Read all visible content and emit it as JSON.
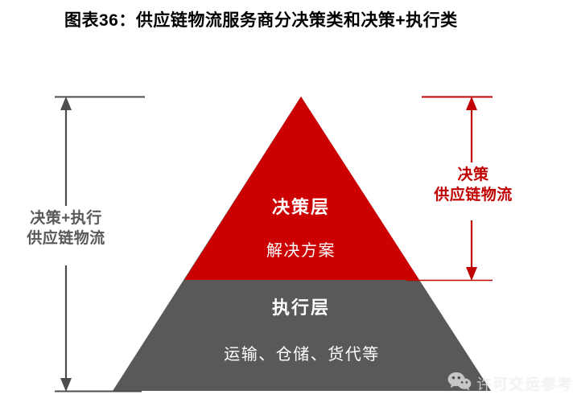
{
  "title": "图表36：供应链物流服务商分决策类和决策+执行类",
  "pyramid": {
    "top_layer": {
      "heading": "决策层",
      "subtitle": "解决方案",
      "color": "#CC0000",
      "text_color": "#FFFFFF"
    },
    "bottom_layer": {
      "heading": "执行层",
      "subtitle": "运输、仓储、货代等",
      "color": "#595959",
      "text_color": "#FFFFFF"
    }
  },
  "annotations": {
    "left": {
      "line1": "决策+执行",
      "line2": "供应链物流",
      "color": "#595959",
      "scope": "full-pyramid"
    },
    "right": {
      "line1": "决策",
      "line2": "供应链物流",
      "color": "#C00000",
      "scope": "top-layer"
    }
  },
  "watermark": {
    "icon": "wechat-icon",
    "text": "许可交运参考"
  }
}
